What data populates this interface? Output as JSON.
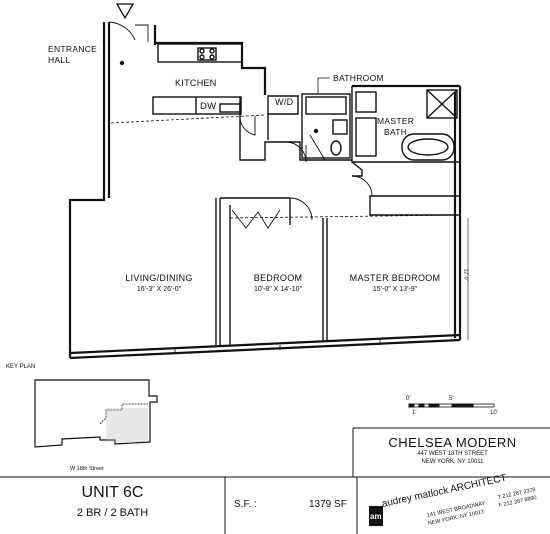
{
  "north_marker": "north-triangle-icon",
  "rooms": {
    "entrance_hall": "ENTRANCE\nHALL",
    "kitchen": "KITCHEN",
    "dw": "DW",
    "wd": "W/D",
    "bathroom": "BATHROOM",
    "master_bath": "MASTER\nBATH",
    "living_dining": "LIVING/DINING",
    "living_dining_dim": "16'-3\" X 26'-0\"",
    "bedroom": "BEDROOM",
    "bedroom_dim": "10'-8\" X 14'-10\"",
    "master_bedroom": "MASTER BEDROOM",
    "master_bedroom_dim": "15'-0\" X 13'-9\"",
    "side_dim": "12'-0\""
  },
  "key_plan": {
    "title": "KEY PLAN",
    "street": "W 18th Street"
  },
  "scale": {
    "t0": "0'",
    "t5": "5'",
    "b1": "1'",
    "b10": "10'"
  },
  "building": {
    "name": "CHELSEA MODERN",
    "address1": "447 WEST 18TH STREET",
    "address2": "NEW YORK, NY 10011"
  },
  "unit": {
    "name": "UNIT 6C",
    "beds_baths": "2 BR / 2 BATH",
    "sf_label": "S.F. :",
    "sf_value": "1379 SF"
  },
  "architect": {
    "logo_mark": "am",
    "name": "audrey matlock ARCHITECT",
    "address1": "141 WEST BROADWAY",
    "address2": "NEW YORK, NY 10013",
    "phone": "T 212 267 2378",
    "fax": "F 212 267 8890"
  }
}
